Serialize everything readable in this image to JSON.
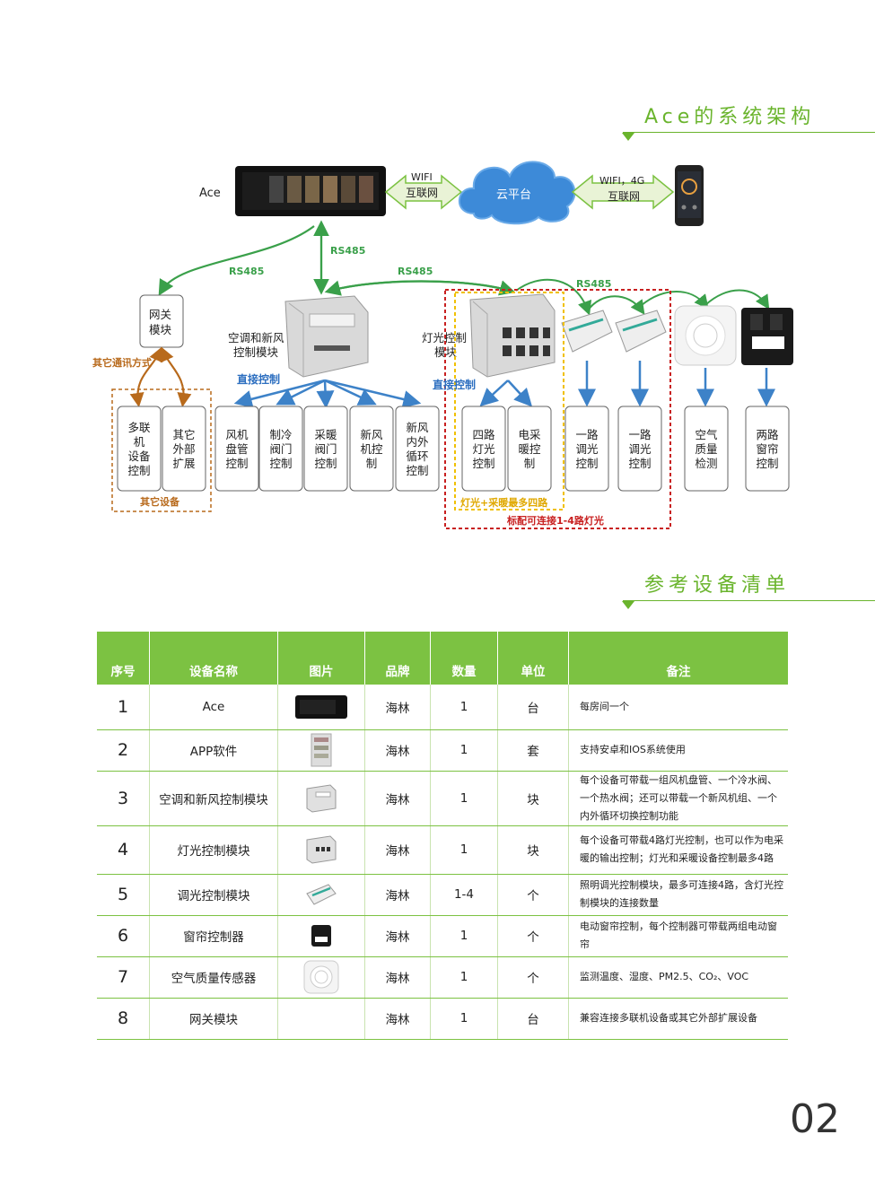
{
  "sections": {
    "architecture_title": "Ace的系统架构",
    "list_title": "参考设备清单"
  },
  "diagram": {
    "ace_label": "Ace",
    "wifi_left": "WIFI",
    "internet_left": "互联网",
    "cloud": "云平台",
    "wifi_right": "WIFI，4G",
    "internet_right": "互联网",
    "rs485_a": "RS485",
    "rs485_b": "RS485",
    "rs485_c": "RS485",
    "rs485_d": "RS485",
    "gateway": [
      "网关",
      "模块"
    ],
    "other_comm": "其它通讯方式",
    "hvac_module": [
      "空调和新风",
      "控制模块"
    ],
    "light_module": [
      "灯光控制",
      "模块"
    ],
    "direct_ctrl_1": "直接控制",
    "direct_ctrl_2": "直接控制",
    "other_devices_label": "其它设备",
    "yellow_label": "灯光+采暖最多四路",
    "red_label": "标配可连接1-4路灯光",
    "boxes": [
      [
        "多联",
        "机",
        "设备",
        "控制"
      ],
      [
        "其它",
        "外部",
        "扩展"
      ],
      [
        "风机",
        "盘管",
        "控制"
      ],
      [
        "制冷",
        "阀门",
        "控制"
      ],
      [
        "采暖",
        "阀门",
        "控制"
      ],
      [
        "新风",
        "机控",
        "制"
      ],
      [
        "新风",
        "内外",
        "循环",
        "控制"
      ],
      [
        "四路",
        "灯光",
        "控制"
      ],
      [
        "电采",
        "暖控",
        "制"
      ],
      [
        "一路",
        "调光",
        "控制"
      ],
      [
        "一路",
        "调光",
        "控制"
      ],
      [
        "空气",
        "质量",
        "检测"
      ],
      [
        "两路",
        "窗帘",
        "控制"
      ]
    ]
  },
  "table": {
    "headers": [
      "序号",
      "设备名称",
      "图片",
      "品牌",
      "数量",
      "单位",
      "备注"
    ],
    "rows": [
      {
        "no": "1",
        "name": "Ace",
        "brand": "海林",
        "qty": "1",
        "unit": "台",
        "note": "每房间一个"
      },
      {
        "no": "2",
        "name": "APP软件",
        "brand": "海林",
        "qty": "1",
        "unit": "套",
        "note": "支持安卓和IOS系统使用"
      },
      {
        "no": "3",
        "name": "空调和新风控制模块",
        "brand": "海林",
        "qty": "1",
        "unit": "块",
        "note": "每个设备可带载一组风机盘管、一个冷水阀、一个热水阀；还可以带载一个新风机组、一个内外循环切换控制功能"
      },
      {
        "no": "4",
        "name": "灯光控制模块",
        "brand": "海林",
        "qty": "1",
        "unit": "块",
        "note": "每个设备可带载4路灯光控制，也可以作为电采暖的输出控制；灯光和采暖设备控制最多4路"
      },
      {
        "no": "5",
        "name": "调光控制模块",
        "brand": "海林",
        "qty": "1-4",
        "unit": "个",
        "note": "照明调光控制模块，最多可连接4路，含灯光控制模块的连接数量"
      },
      {
        "no": "6",
        "name": "窗帘控制器",
        "brand": "海林",
        "qty": "1",
        "unit": "个",
        "note": "电动窗帘控制，每个控制器可带载两组电动窗帘"
      },
      {
        "no": "7",
        "name": "空气质量传感器",
        "brand": "海林",
        "qty": "1",
        "unit": "个",
        "note": "监测温度、湿度、PM2.5、CO₂、VOC"
      },
      {
        "no": "8",
        "name": "网关模块",
        "brand": "海林",
        "qty": "1",
        "unit": "台",
        "note": "兼容连接多联机设备或其它外部扩展设备"
      }
    ]
  },
  "page_number": "02"
}
